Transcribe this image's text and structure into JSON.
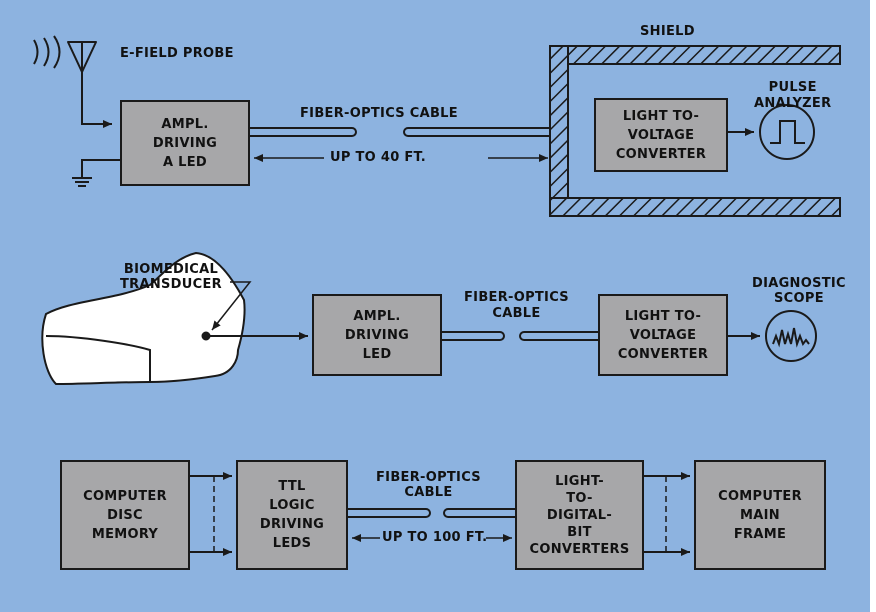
{
  "colors": {
    "background": "#8db3e0",
    "box_fill": "#a7a7a9",
    "ink": "#1a1a1a"
  },
  "panel1": {
    "probe_label": "E-FIELD PROBE",
    "amp_box": "AMPL.\nDRIVING\nA LED",
    "cable_label": "FIBER-OPTICS CABLE",
    "distance_label": "UP TO 40 FT.",
    "shield_label": "SHIELD",
    "converter_box": "LIGHT TO-\nVOLTAGE\nCONVERTER",
    "analyzer_label": "PULSE\nANALYZER",
    "icons": [
      "antenna-icon",
      "ground-icon",
      "pulse-waveform-icon"
    ]
  },
  "panel2": {
    "transducer_label": "BIOMEDICAL\nTRANSDUCER",
    "amp_box": "AMPL.\nDRIVING\nLED",
    "cable_label": "FIBER-OPTICS\nCABLE",
    "converter_box": "LIGHT TO-\nVOLTAGE\nCONVERTER",
    "scope_label": "DIAGNOSTIC\nSCOPE",
    "icons": [
      "head-profile-icon",
      "noisy-waveform-icon"
    ]
  },
  "panel3": {
    "memory_box": "COMPUTER\nDISC\nMEMORY",
    "ttl_box": "TTL\nLOGIC\nDRIVING\nLEDS",
    "cable_label": "FIBER-OPTICS\nCABLE",
    "distance_label": "UP TO 100 FT.",
    "converter_box": "LIGHT-\nTO-\nDIGITAL-\nBIT\nCONVERTERS",
    "mainframe_box": "COMPUTER\nMAIN\nFRAME"
  }
}
